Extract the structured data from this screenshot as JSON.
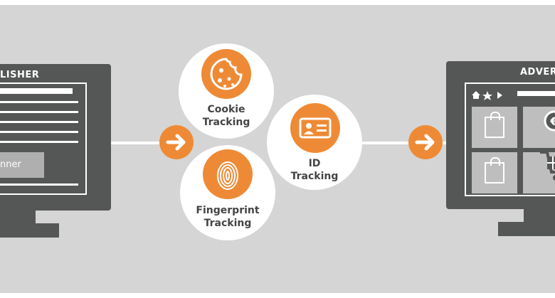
{
  "publisher": {
    "title": "LISHER",
    "banner_label": "nner"
  },
  "advertiser": {
    "title": "ADVERT"
  },
  "methods": [
    {
      "line1": "Cookie",
      "line2": "Tracking",
      "icon": "cookie-icon"
    },
    {
      "line1": "Fingerprint",
      "line2": "Tracking",
      "icon": "fingerprint-icon"
    },
    {
      "line1": "ID",
      "line2": "Tracking",
      "icon": "id-card-icon"
    }
  ],
  "colors": {
    "accent": "#ee8a35",
    "background": "#d4d5d4",
    "monitor": "#555656"
  }
}
